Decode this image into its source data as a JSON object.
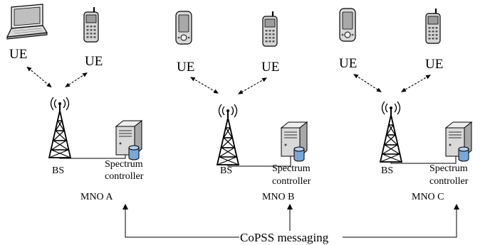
{
  "operators": [
    {
      "mno_label": "MNO A",
      "bs_label": "BS",
      "controller_label": [
        "Spectrum",
        "controller"
      ],
      "ues": [
        {
          "label": "UE",
          "device": "laptop-icon"
        },
        {
          "label": "UE",
          "device": "keypad-phone-icon"
        }
      ]
    },
    {
      "mno_label": "MNO B",
      "bs_label": "BS",
      "controller_label": [
        "Spectrum",
        "controller"
      ],
      "ues": [
        {
          "label": "UE",
          "device": "pda-phone-icon"
        },
        {
          "label": "UE",
          "device": "keypad-phone-icon"
        }
      ]
    },
    {
      "mno_label": "MNO C",
      "bs_label": "BS",
      "controller_label": [
        "Spectrum",
        "controller"
      ],
      "ues": [
        {
          "label": "UE",
          "device": "pda-phone-icon"
        },
        {
          "label": "UE",
          "device": "keypad-phone-icon"
        }
      ]
    }
  ],
  "messaging_label": "CoPSS messaging"
}
